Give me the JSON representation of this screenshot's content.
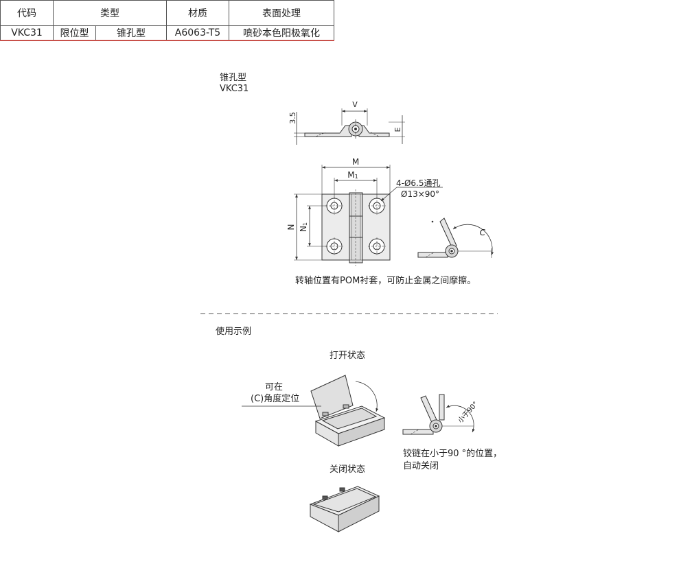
{
  "spec_table": {
    "headers": {
      "code": "代码",
      "type": "类型",
      "material": "材质",
      "surface": "表面处理"
    },
    "row": {
      "code": "VKC31",
      "type_a": "限位型",
      "type_b": "锥孔型",
      "material": "A6063-T5",
      "surface": "喷砂本色阳极氧化"
    }
  },
  "drawing": {
    "type_name": "锥孔型",
    "model": "VKC31",
    "dim_35": "3.5",
    "dim_v": "V",
    "dim_e": "E",
    "dim_m": "M",
    "dim_m1_base": "M",
    "dim_m1_sub": "1",
    "dim_n": "N",
    "dim_n1_base": "N",
    "dim_n1_sub": "1",
    "hole_note_1": "4-Ø6.5通孔",
    "hole_note_2": "Ø13×90°",
    "dim_c": "C",
    "bushing_note": "转轴位置有POM衬套，可防止金属之间摩擦。"
  },
  "usage": {
    "title": "使用示例",
    "open_state": "打开状态",
    "position_line1": "可在",
    "position_line2": "(C)角度定位",
    "angle_label": "小于90°",
    "auto_close_line1": "铰链在小于90 °的位置，",
    "auto_close_line2": "自动关闭",
    "closed_state": "关闭状态"
  },
  "colors": {
    "accent_line": "#c8504a",
    "part_fill": "#e6e6e6",
    "stroke": "#333333"
  }
}
